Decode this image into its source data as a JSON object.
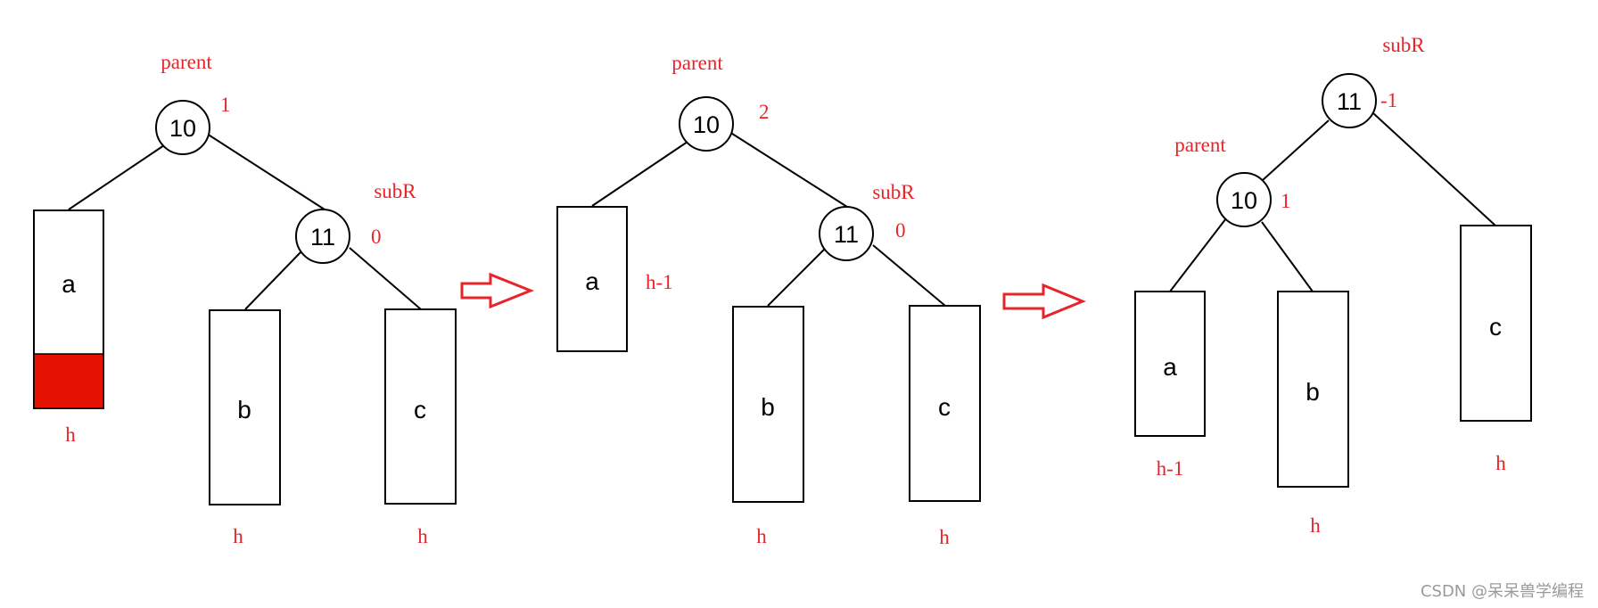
{
  "colors": {
    "stroke": "#000000",
    "label": "#e8242b",
    "arrow": "#e8242b",
    "highlight": "#e41200",
    "watermark": "#9a9a9a"
  },
  "watermark": "CSDN @呆呆兽学编程",
  "stages": [
    {
      "nodes": [
        {
          "value": "10",
          "name": "parent",
          "balance": "1"
        },
        {
          "value": "11",
          "name": "subR",
          "balance": "0"
        }
      ],
      "subtrees": [
        {
          "label": "a",
          "height": "h",
          "highlighted": true
        },
        {
          "label": "b",
          "height": "h",
          "highlighted": false
        },
        {
          "label": "c",
          "height": "h",
          "highlighted": false
        }
      ]
    },
    {
      "nodes": [
        {
          "value": "10",
          "name": "parent",
          "balance": "2"
        },
        {
          "value": "11",
          "name": "subR",
          "balance": "0"
        }
      ],
      "subtrees": [
        {
          "label": "a",
          "height": "h-1",
          "highlighted": false
        },
        {
          "label": "b",
          "height": "h",
          "highlighted": false
        },
        {
          "label": "c",
          "height": "h",
          "highlighted": false
        }
      ]
    },
    {
      "nodes": [
        {
          "value": "11",
          "name": "subR",
          "balance": "-1"
        },
        {
          "value": "10",
          "name": "parent",
          "balance": "1"
        }
      ],
      "subtrees": [
        {
          "label": "a",
          "height": "h-1",
          "highlighted": false
        },
        {
          "label": "b",
          "height": "h",
          "highlighted": false
        },
        {
          "label": "c",
          "height": "h",
          "highlighted": false
        }
      ]
    }
  ]
}
